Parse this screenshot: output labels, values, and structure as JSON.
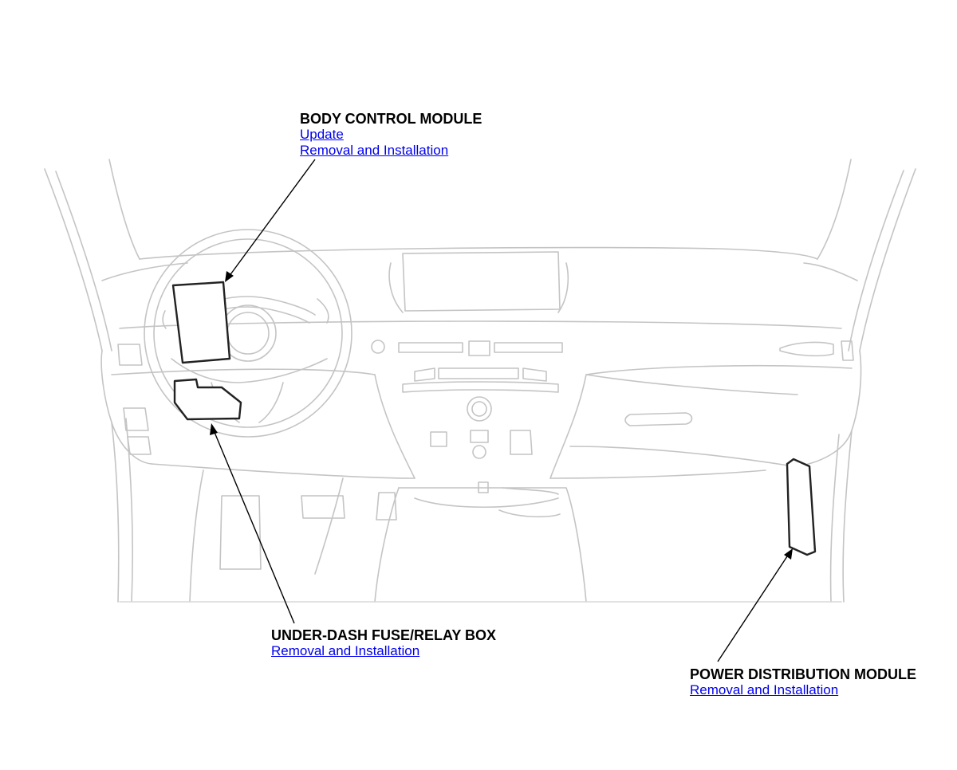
{
  "callouts": {
    "body_control_module": {
      "title": "BODY CONTROL MODULE",
      "links": [
        "Update",
        "Removal and Installation"
      ]
    },
    "under_dash_fuse_relay_box": {
      "title": "UNDER-DASH FUSE/RELAY BOX",
      "links": [
        "Removal and Installation"
      ]
    },
    "power_distribution_module": {
      "title": "POWER DISTRIBUTION MODULE",
      "links": [
        "Removal and Installation"
      ]
    }
  },
  "colors": {
    "link": "#0000ee",
    "outline_light": "#c8c8c8",
    "outline_dark": "#222222"
  }
}
